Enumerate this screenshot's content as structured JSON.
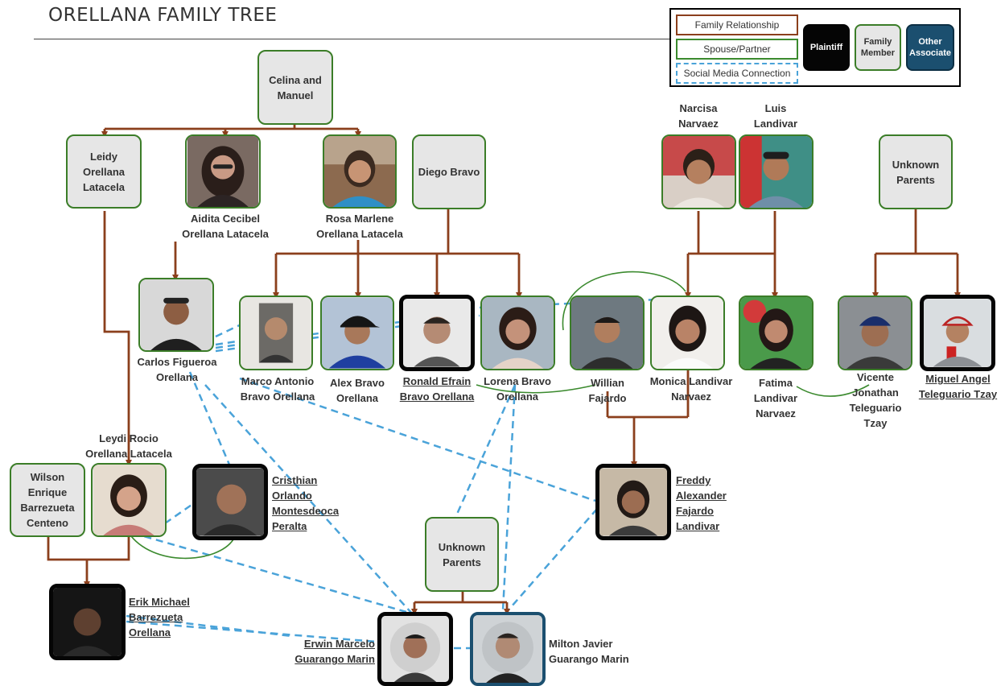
{
  "title": "ORELLANA FAMILY TREE",
  "legend": {
    "family_relationship": "Family Relationship",
    "spouse_partner": "Spouse/Partner",
    "social_media": "Social Media Connection",
    "plaintiff": "Plaintiff",
    "family_member": "Family Member",
    "other_associate": "Other Associate"
  },
  "colors": {
    "family_line": "#8b3f1c",
    "spouse_line": "#3b8a2e",
    "social_line": "#4aa3d9",
    "family_border": "#3b7d28",
    "plaintiff_border": "#050505",
    "associate_fill": "#1b4f6f"
  },
  "boxes": {
    "celina_manuel": "Celina and Manuel",
    "leidy": "Leidy Orellana Latacela",
    "diego": "Diego Bravo",
    "unknown_parents_right": "Unknown Parents",
    "wilson": "Wilson Enrique Barrezueta Centeno",
    "unknown_parents_bottom": "Unknown Parents"
  },
  "people": {
    "aidita": [
      "Aidita Cecibel",
      "Orellana Latacela"
    ],
    "rosa": [
      "Rosa Marlene",
      "Orellana Latacela"
    ],
    "narcisa": [
      "Narcisa",
      "Narvaez"
    ],
    "luis": [
      "Luis",
      "Landivar"
    ],
    "carlos": [
      "Carlos Figueroa",
      "Orellana"
    ],
    "marco": [
      "Marco Antonio",
      "Bravo Orellana"
    ],
    "alex": [
      "Alex Bravo",
      "Orellana"
    ],
    "ronald": [
      "Ronald Efrain",
      "Bravo Orellana"
    ],
    "lorena": [
      "Lorena Bravo",
      "Orellana"
    ],
    "willian": [
      "Willian",
      "Fajardo"
    ],
    "monica": [
      "Monica Landivar",
      "Narvaez"
    ],
    "fatima": [
      "Fatima",
      "Landivar",
      "Narvaez"
    ],
    "vicente": [
      "Vicente",
      "Jonathan",
      "Teleguario",
      "Tzay"
    ],
    "miguel": [
      "Miguel Angel",
      "Teleguario Tzay"
    ],
    "leydi": [
      "Leydi Rocio",
      "Orellana Latacela"
    ],
    "cristhian": [
      "Cristhian",
      "Orlando",
      "Montesdeoca",
      "Peralta"
    ],
    "freddy": [
      "Freddy",
      "Alexander",
      "Fajardo",
      "Landivar"
    ],
    "erik": [
      "Erik Michael",
      "Barrezueta",
      "Orellana"
    ],
    "erwin": [
      "Erwin Marcelo",
      "Guarango Marin"
    ],
    "milton": [
      "Milton Javier",
      "Guarango Marin"
    ]
  }
}
